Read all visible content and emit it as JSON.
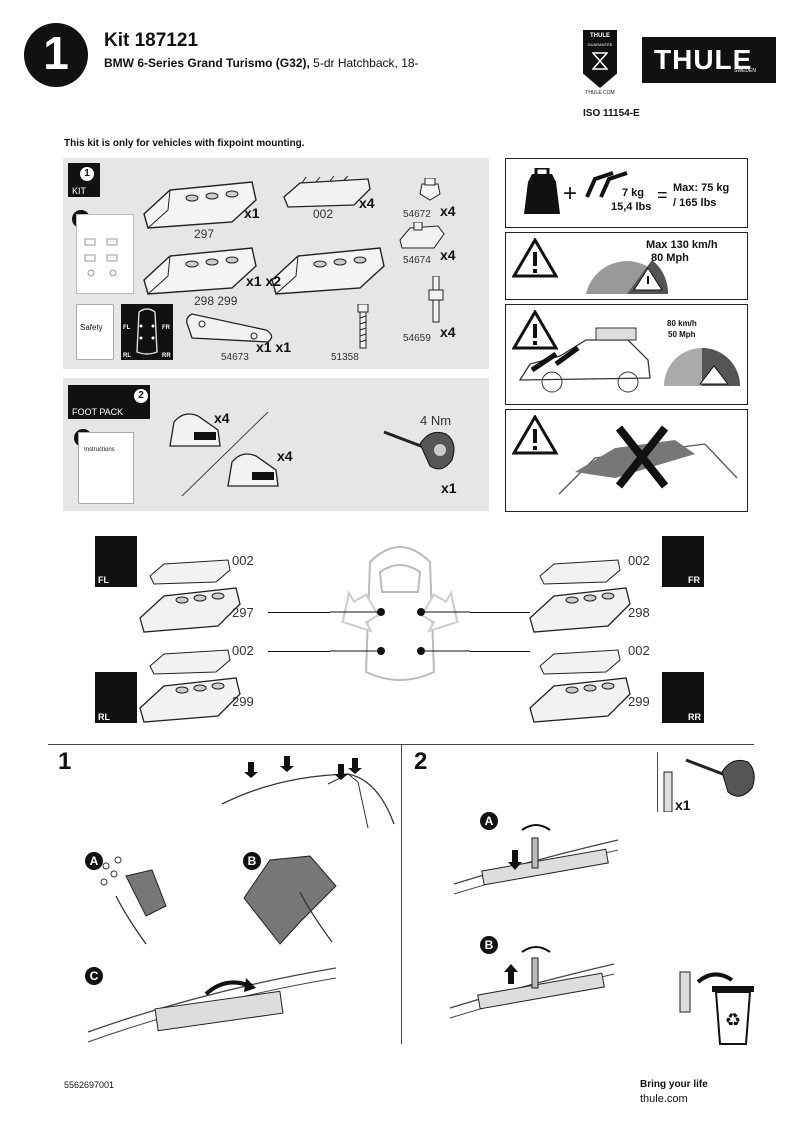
{
  "header": {
    "step_number": "1",
    "kit_title": "Kit 187121",
    "vehicle_bold": "BMW 6-Series Grand Turismo (G32),",
    "vehicle_rest": " 5-dr Hatchback, 18-",
    "badge_top": "THULE",
    "badge_mid": "GUARANTEE",
    "badge_bottom": "THULE.COM",
    "logo_text": "THULE",
    "logo_sub": "SWEDEN",
    "iso": "ISO 11154-E"
  },
  "notice": "This kit is only for vehicles with fixpoint mounting.",
  "kit": {
    "badge_num": "1",
    "badge_label": "KIT",
    "booklet_num": "1",
    "safety_label": "Safety",
    "corner_labels": {
      "fl": "FL",
      "fr": "FR",
      "rl": "RL",
      "rr": "RR"
    },
    "parts": [
      {
        "label": "297",
        "qty": "x1"
      },
      {
        "label": "002",
        "qty": "x4"
      },
      {
        "label": "54672",
        "qty": "x4"
      },
      {
        "label": "298 299",
        "qty": "x1 x2"
      },
      {
        "label": "54674",
        "qty": "x4"
      },
      {
        "label": "54673",
        "qty": "x1 x1"
      },
      {
        "label": "51358",
        "qty": ""
      },
      {
        "label": "54659",
        "qty": "x4"
      }
    ]
  },
  "footpack": {
    "badge_num": "2",
    "badge_label": "FOOT PACK",
    "booklet_num": "2",
    "instructions_label": "Instructions",
    "qty_a": "x4",
    "qty_b": "x4",
    "torque": "4 Nm",
    "qty_tool": "x1"
  },
  "warnings": {
    "load_kg": "7 kg",
    "load_lbs": "15,4 lbs",
    "max_load": "Max: 75 kg",
    "max_load_lbs": "/ 165 lbs",
    "speed": "Max  130 km/h",
    "speed_mph": "80 Mph",
    "sunroof_speed": "80 km/h",
    "sunroof_mph": "50 Mph"
  },
  "placement": {
    "fl": "FL",
    "fr": "FR",
    "rl": "RL",
    "rr": "RR",
    "top_left": "002",
    "front_left": "297",
    "top_right": "002",
    "front_right": "298",
    "mid_left": "002",
    "rear_left": "299",
    "mid_right": "002",
    "rear_right": "299"
  },
  "steps": {
    "s1": "1",
    "s2": "2",
    "a": "A",
    "b": "B",
    "c": "C",
    "a2": "A",
    "b2": "B",
    "screw_qty": "x1"
  },
  "footer": {
    "code": "5562697001",
    "slogan": "Bring your life",
    "url": "thule.com"
  }
}
